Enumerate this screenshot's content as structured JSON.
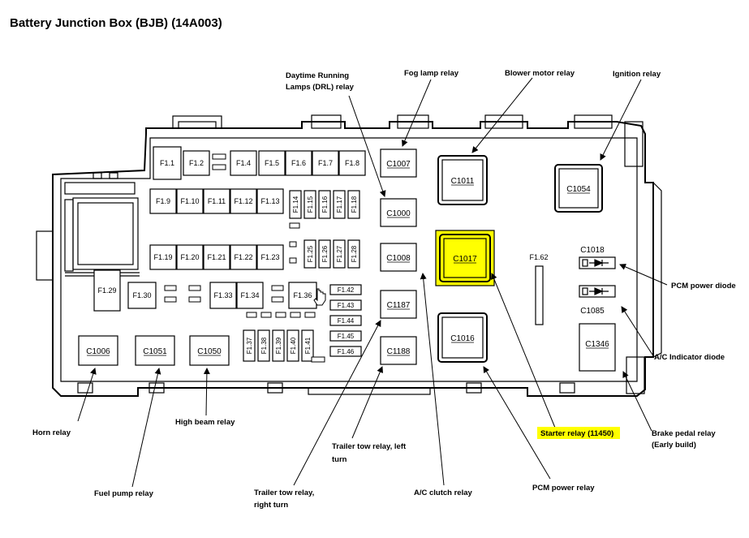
{
  "title": "Battery Junction Box (BJB) (14A003)",
  "fuses": {
    "f1_1": "F1.1",
    "f1_2": "F1.2",
    "f1_4": "F1.4",
    "f1_5": "F1.5",
    "f1_6": "F1.6",
    "f1_7": "F1.7",
    "f1_8": "F1.8",
    "f1_9": "F1.9",
    "f1_10": "F1.10",
    "f1_11": "F1.11",
    "f1_12": "F1.12",
    "f1_13": "F1.13",
    "f1_14": "F1.14",
    "f1_15": "F1.15",
    "f1_16": "F1.16",
    "f1_17": "F1.17",
    "f1_18": "F1.18",
    "f1_19": "F1.19",
    "f1_20": "F1.20",
    "f1_21": "F1.21",
    "f1_22": "F1.22",
    "f1_23": "F1.23",
    "f1_25": "F1.25",
    "f1_26": "F1.26",
    "f1_27": "F1.27",
    "f1_28": "F1.28",
    "f1_29": "F1.29",
    "f1_30": "F1.30",
    "f1_33": "F1.33",
    "f1_34": "F1.34",
    "f1_36": "F1.36",
    "f1_37": "F1.37",
    "f1_38": "F1.38",
    "f1_39": "F1.39",
    "f1_40": "F1.40",
    "f1_41": "F1.41",
    "f1_42": "F1.42",
    "f1_43": "F1.43",
    "f1_44": "F1.44",
    "f1_45": "F1.45",
    "f1_46": "F1.46",
    "f1_62": "F1.62"
  },
  "relays": {
    "c1007": "C1007",
    "c1000": "C1000",
    "c1008": "C1008",
    "c1187": "C1187",
    "c1188": "C1188",
    "c1011": "C1011",
    "c1017": "C1017",
    "c1016": "C1016",
    "c1054": "C1054",
    "c1018": "C1018",
    "c1085": "C1085",
    "c1346": "C1346",
    "c1006": "C1006",
    "c1051": "C1051",
    "c1050": "C1050"
  },
  "callouts": {
    "drl_1": "Daytime Running",
    "drl_2": "Lamps (DRL) relay",
    "fog": "Fog lamp relay",
    "blower": "Blower motor relay",
    "ignition": "Ignition relay",
    "pcm_diode": "PCM power diode",
    "ac_diode": "A/C Indicator diode",
    "brake_1": "Brake pedal relay",
    "brake_2": "(Early build)",
    "starter": "Starter relay (11450)",
    "pcm_relay": "PCM power relay",
    "ac_clutch": "A/C clutch relay",
    "trailer_left_1": "Trailer tow relay, left",
    "trailer_left_2": "turn",
    "trailer_right_1": "Trailer tow relay,",
    "trailer_right_2": "right turn",
    "fuel_pump": "Fuel pump relay",
    "high_beam": "High beam relay",
    "horn": "Horn relay"
  },
  "colors": {
    "highlight": "#FFFF00",
    "ink": "#000000"
  }
}
